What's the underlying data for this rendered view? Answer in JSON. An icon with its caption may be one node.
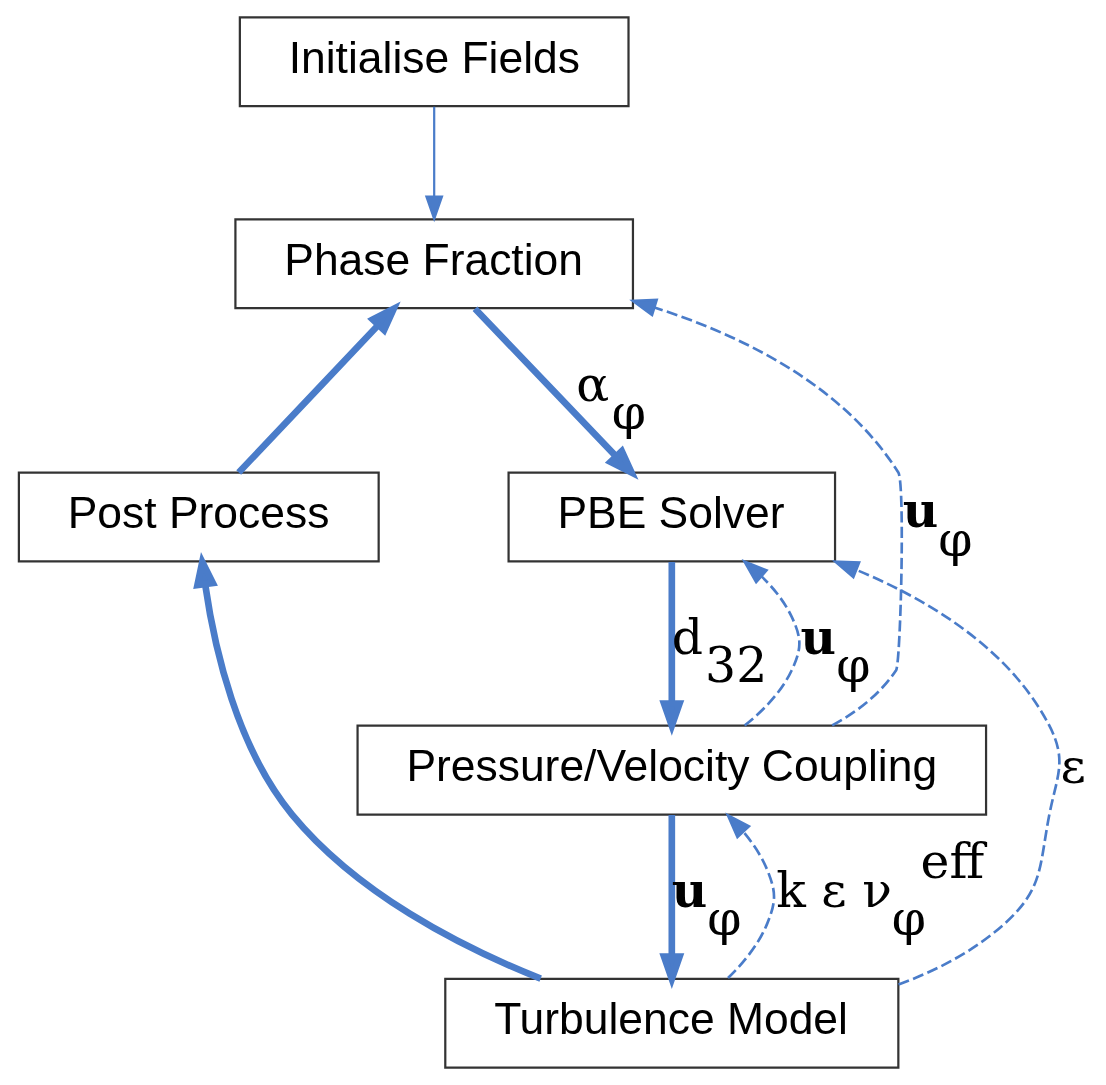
{
  "diagram": {
    "nodes": [
      {
        "text": [
          "Initialise Fields"
        ]
      },
      {
        "text": [
          "Phase Fraction"
        ]
      },
      {
        "text": [
          "Post Process"
        ]
      },
      {
        "text": [
          "PBE Solver"
        ]
      },
      {
        "text": [
          "Pressure/Velocity Coupling"
        ]
      },
      {
        "text": [
          "Turbulence Model"
        ]
      }
    ],
    "edges": [
      {
        "from": 0,
        "to": 1,
        "arrow": "to"
      },
      {
        "from": 2,
        "to": 1,
        "arrow": "to",
        "style": "thick"
      },
      {
        "from": 1,
        "to": 3,
        "arrow": "to",
        "style": "thick",
        "label": "α$_{φ}$"
      },
      {
        "from": 4,
        "to": 1,
        "arrow": "to",
        "style": "dashed",
        "label": "**u**$_{φ}$"
      },
      {
        "from": 5,
        "to": 3,
        "arrow": "to",
        "style": "dashed",
        "label": "ε"
      },
      {
        "from": 3,
        "to": 4,
        "arrow": "to",
        "style": "thick",
        "label": "d$_{32}$"
      },
      {
        "from": 4,
        "to": 3,
        "arrow": "to",
        "style": "dashed",
        "label": "**u**$_{φ}$"
      },
      {
        "from": 5,
        "to": 4,
        "arrow": "to",
        "style": "dashed",
        "label": "k ε ν$_{φ}$$^{eff}$"
      },
      {
        "from": 4,
        "to": 5,
        "arrow": "to",
        "style": "thick",
        "label": "**u**$_{φ}$"
      },
      {
        "from": 5,
        "to": 2,
        "arrow": "to",
        "style": "thick"
      }
    ]
  }
}
